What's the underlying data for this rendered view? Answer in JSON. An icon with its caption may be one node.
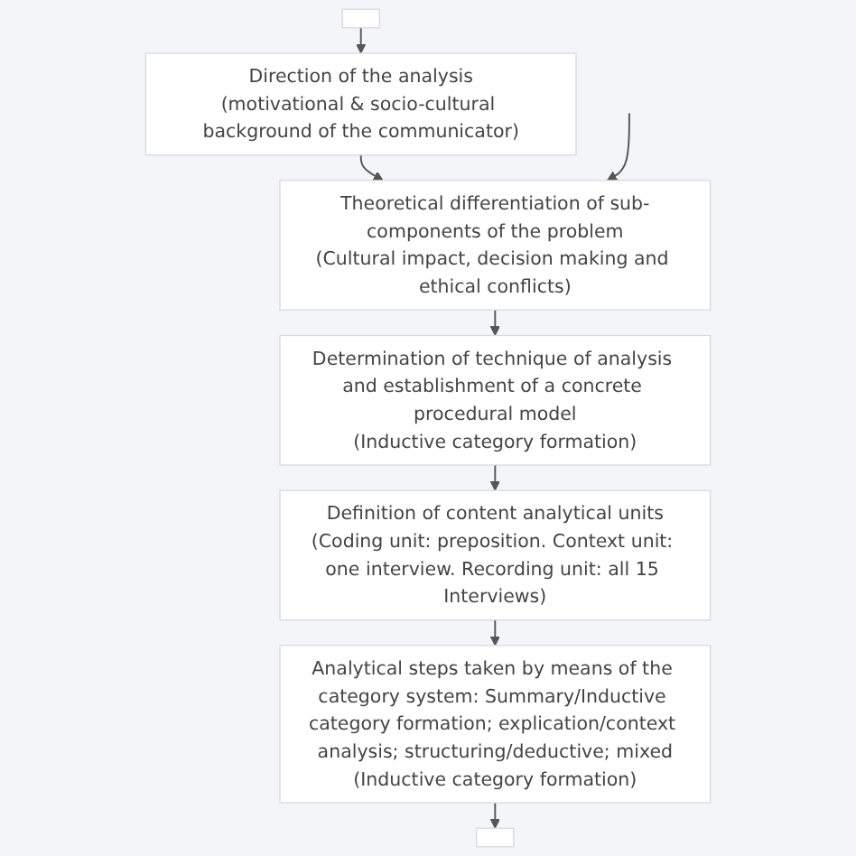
{
  "diagram": {
    "nodes": [
      {
        "text": [],
        "shape": "box"
      },
      {
        "text": [
          "Direction of the analysis",
          "(motivational & socio-cultural background of the communicator)"
        ]
      },
      {
        "text": [
          "Theoretical differentiation of sub-components of the problem",
          "(Cultural impact, decision making and ethical conflicts)"
        ]
      },
      {
        "text": [
          "Determination of technique of analysis and establishment of a concrete procedural model",
          "(Inductive category formation)"
        ]
      },
      {
        "text": [
          "Definition of content analytical units",
          "(Coding unit: preposition. Context unit: one interview. Recording unit: all 15 Interviews)"
        ]
      },
      {
        "text": [
          "Analytical steps taken by means of the category system: Summary/Inductive category formation; explication/context analysis; structuring/deductive; mixed",
          "(Inductive category formation)"
        ]
      },
      {
        "text": [],
        "shape": "box"
      }
    ],
    "edges": [
      {
        "from": 0,
        "to": 1,
        "arrow": "to"
      },
      {
        "from": 1,
        "to": 2,
        "arrow": "to"
      },
      {
        "from": 2,
        "to": 3,
        "arrow": "to"
      },
      {
        "from": 3,
        "to": 4,
        "arrow": "to"
      },
      {
        "from": 4,
        "to": 5,
        "arrow": "to"
      },
      {
        "from": 5,
        "to": 6,
        "arrow": "to"
      },
      {
        "from": null,
        "to": 2,
        "arrow": "to"
      }
    ]
  }
}
